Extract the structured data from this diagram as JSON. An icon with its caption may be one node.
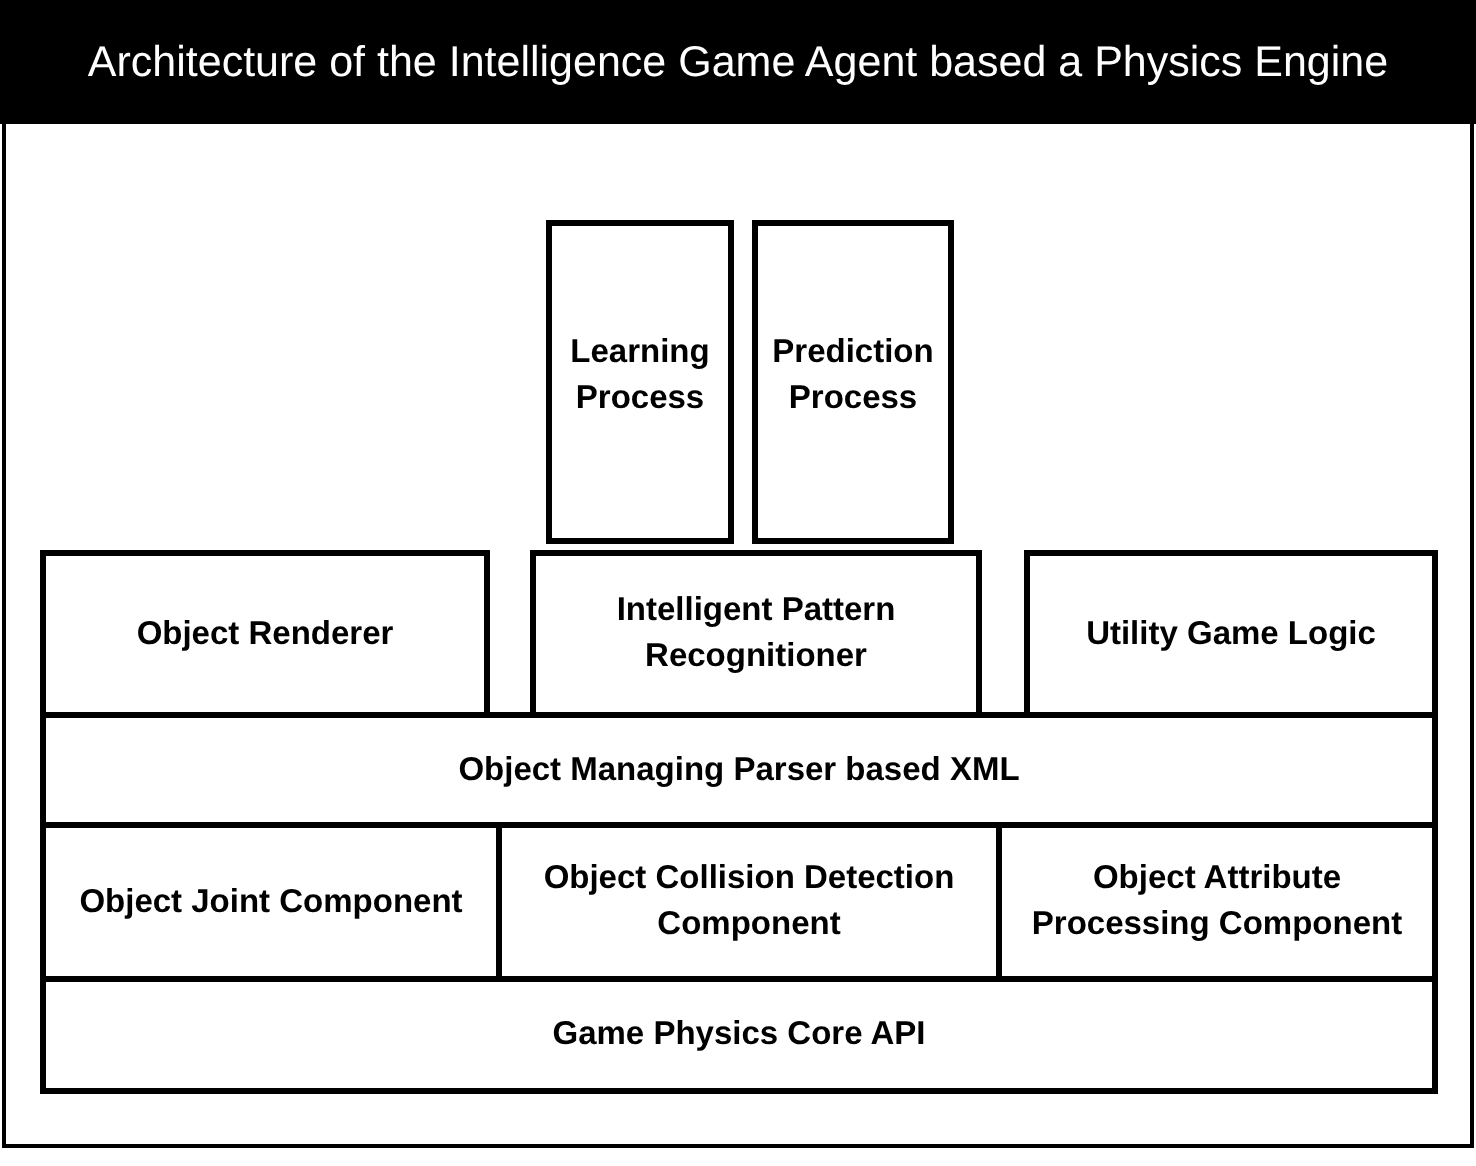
{
  "diagram": {
    "title": "Architecture of the Intelligence Game Agent based a Physics Engine",
    "nodes": [
      {
        "text": [
          "Learning Process"
        ]
      },
      {
        "text": [
          "Prediction Process"
        ]
      },
      {
        "text": [
          "Object Renderer"
        ]
      },
      {
        "text": [
          "Intelligent Pattern Recognitioner"
        ]
      },
      {
        "text": [
          "Utility Game Logic"
        ]
      },
      {
        "text": [
          "Object Managing Parser based XML"
        ]
      },
      {
        "text": [
          "Object Joint Component"
        ]
      },
      {
        "text": [
          "Object Collision Detection Component"
        ]
      },
      {
        "text": [
          "Object Attribute Processing Component"
        ]
      },
      {
        "text": [
          "Game Physics Core API"
        ]
      }
    ],
    "edges": []
  }
}
